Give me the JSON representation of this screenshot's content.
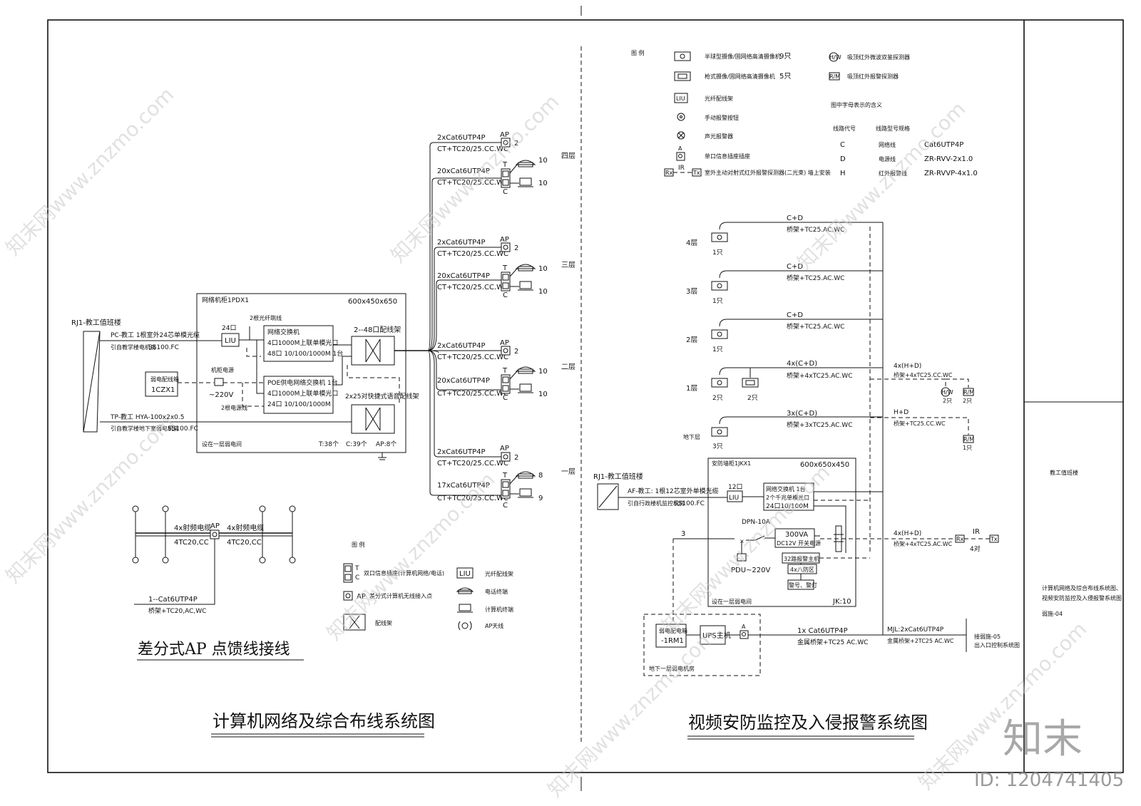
{
  "left": {
    "title": "计算机网络及综合布线系统图",
    "rj1": "RJ1-教工值班楼",
    "pc_line1": "PC-教工 1根室外24芯单模光缆",
    "pc_line2": "引自教学楼电机房",
    "pc_line3": "SS100.FC",
    "tp_line1": "TP-教工 HYA-100x2x0.5",
    "tp_line2": "引自教学楼地下室弱电机房",
    "tp_line3": "SS100.FC",
    "cabinet_title": "网络机柜1PDX1",
    "cabinet_size": "600x450x650",
    "liu24": "24口",
    "liu_label": "LIU",
    "fiber_tag": "2根光纤跳线",
    "switch1_title": "网络交换机",
    "switch1_l1": "4口1000M上联单模光口",
    "switch1_l2": "48口 10/100/1000M 1台",
    "poe_title": "POE供电网络交换机   1台",
    "poe_l1": "4口1000M上联单模光口",
    "poe_l2": "24口 10/100/1000M",
    "patch48": "2--48口配线架",
    "patch25": "2x25对快捷式语音配线架",
    "power_box": "弱电配线箱",
    "power_box_id": "1CZX1",
    "socket_label": "机柜电源",
    "v220": "~220V",
    "power_tag": "2根电源线",
    "located": "设在一层弱电间",
    "counts_t": "T:38个",
    "counts_c": "C:39个",
    "counts_ap": "AP:8个",
    "floors": [
      {
        "name": "四层",
        "ap_cable": "2xCat6UTP4P",
        "ap_conduit": "CT+TC20/25.CC.WC",
        "ap_n": "2",
        "tc_cable": "20xCat6UTP4P",
        "tc_conduit": "CT+TC20/25.CC.WC",
        "t_n": "10",
        "c_n": "10"
      },
      {
        "name": "三层",
        "ap_cable": "2xCat6UTP4P",
        "ap_conduit": "CT+TC20/25.CC.WC",
        "ap_n": "2",
        "tc_cable": "20xCat6UTP4P",
        "tc_conduit": "CT+TC20/25.CC.WC",
        "t_n": "10",
        "c_n": "10"
      },
      {
        "name": "二层",
        "ap_cable": "2xCat6UTP4P",
        "ap_conduit": "CT+TC20/25.CC.WC",
        "ap_n": "2",
        "tc_cable": "20xCat6UTP4P",
        "tc_conduit": "CT+TC20/25.CC.WC",
        "t_n": "10",
        "c_n": "10"
      },
      {
        "name": "一层",
        "ap_cable": "2xCat6UTP4P",
        "ap_conduit": "CT+TC20/25.CC.WC",
        "ap_n": "2",
        "tc_cable": "17xCat6UTP4P",
        "tc_conduit": "CT+TC20/25.CC.WC",
        "t_n": "8",
        "c_n": "9"
      }
    ],
    "ap_detail": {
      "title": "差分式AP 点馈线接线",
      "left_cable": "4x射频电缆",
      "left_conduit": "4TC20,CC",
      "right_cable": "4x射频电缆",
      "right_conduit": "4TC20,CC",
      "ap": "AP",
      "feed1": "1--Cat6UTP4P",
      "feed2": "桥架+TC20,AC,WC"
    },
    "legend": {
      "title": "图 例",
      "items": [
        {
          "sym": "T C",
          "text": "双口信息插座(计算机网络/电话)"
        },
        {
          "sym": "AP",
          "text": "差分式计算机无线接入点"
        },
        {
          "sym": "",
          "text": "配线架"
        },
        {
          "sym": "LIU",
          "text": "光纤配线架"
        },
        {
          "sym": "",
          "text": "电话终端"
        },
        {
          "sym": "",
          "text": "计算机终端"
        },
        {
          "sym": "",
          "text": "AP天线"
        }
      ]
    }
  },
  "right": {
    "title": "视频安防监控及入侵报警系统图",
    "legend_title": "图 例",
    "legend": [
      {
        "text": "半球型摄像/固网络高清摄像机",
        "count": "9只"
      },
      {
        "text": "枪式摄像/固网络高清摄像机",
        "count": "5只"
      },
      {
        "text": "光纤配线架",
        "count": ""
      },
      {
        "text": "手动报警按钮",
        "count": ""
      },
      {
        "text": "声光报警器",
        "count": ""
      },
      {
        "text": "单口信息插座插座",
        "count": ""
      },
      {
        "text": "室外主动对射式红外报警探测器(二光束)   墙上安装",
        "count": ""
      }
    ],
    "legend2": [
      {
        "sym": "H/W",
        "text": "吸顶红外微波双鉴探测器"
      },
      {
        "sym": "R/M",
        "text": "吸顶红外报警探测器"
      }
    ],
    "code_title": "图中字母表示的含义",
    "code_head1": "线路代号",
    "code_head2": "线路型号规格",
    "codes": [
      {
        "code": "C",
        "type": "网络线",
        "spec": "Cat6UTP4P"
      },
      {
        "code": "D",
        "type": "电源线",
        "spec": "ZR-RVV-2x1.0"
      },
      {
        "code": "H",
        "type": "红外报警线",
        "spec": "ZR-RVVP-4x1.0"
      }
    ],
    "floors": [
      {
        "name": "4层",
        "cable": "C+D",
        "conduit": "桥架+TC25.AC.WC",
        "cnt": "1只"
      },
      {
        "name": "3层",
        "cable": "C+D",
        "conduit": "桥架+TC25.AC.WC",
        "cnt": "1只"
      },
      {
        "name": "2层",
        "cable": "C+D",
        "conduit": "桥架+TC25.AC.WC",
        "cnt": "1只"
      },
      {
        "name": "1层",
        "cable": "4x(C+D)",
        "conduit": "桥架+4xTC25.AC.WC",
        "cnt": "2只",
        "cnt2": "2只"
      },
      {
        "name": "地下层",
        "cable": "3x(C+D)",
        "conduit": "桥架+3xTC25.AC.WC",
        "cnt": "3只"
      }
    ],
    "hd1": {
      "cable": "4x(H+D)",
      "conduit": "桥架+4xTC25.CC.WC",
      "n1": "2只",
      "n2": "2只"
    },
    "hd2": {
      "cable": "H+D",
      "conduit": "桥架+TC25.CC.WC",
      "n": "1只"
    },
    "hd3": {
      "cable": "4x(H+D)",
      "conduit": "桥架+4xTC25.AC.WC",
      "pairs": "4对",
      "ir": "IR"
    },
    "rj1": "RJ1-教工值班楼",
    "af1": "AF-教工:  1根12芯室外单模光缆",
    "af2": "引自行政楼机监控机房",
    "af3": "SS100.FC",
    "cab_title": "安防墙柜1JKX1",
    "cab_size": "600x650x450",
    "liu12": "12口",
    "liu": "LIU",
    "sw1": "网络交换机 1台",
    "sw2": "2个千兆单模光口",
    "sw3": "24口10/100M",
    "dpn": "DPN-10A",
    "ps1": "300VA",
    "ps2": "DC12V 开关电源",
    "pdu": "PDU~220V",
    "alarm1": "32路报警主机",
    "alarm2": "4x八防区",
    "alarm3": "警号、警灯",
    "located": "设在一层弱电间",
    "jk": "JK:10",
    "n3": "3",
    "ups_box": "弱电配电箱",
    "ups_box_id": "-1RM1",
    "ups": "UPS主机",
    "ups_a": "A",
    "basement": "地下一层弱电机房",
    "out_cable": "1x Cat6UTP4P",
    "out_conduit": "金属桥架+TC25 AC.WC",
    "mjl_cable": "MJL:2xCat6UTP4P",
    "mjl_conduit": "金属桥架+2TC25 AC.WC",
    "ref1": "接弱施-05",
    "ref2": "出入口控制系统图"
  },
  "titleblock": {
    "project": "教工值班楼",
    "drawing1": "计算机网络及综合布线系统图、",
    "drawing2": "视频安防监控及入侵报警系统图",
    "number": "弱施-04"
  },
  "watermark": {
    "text": "知末网www.znzmo.com",
    "logo": "知末",
    "id": "ID: 1204741405"
  }
}
